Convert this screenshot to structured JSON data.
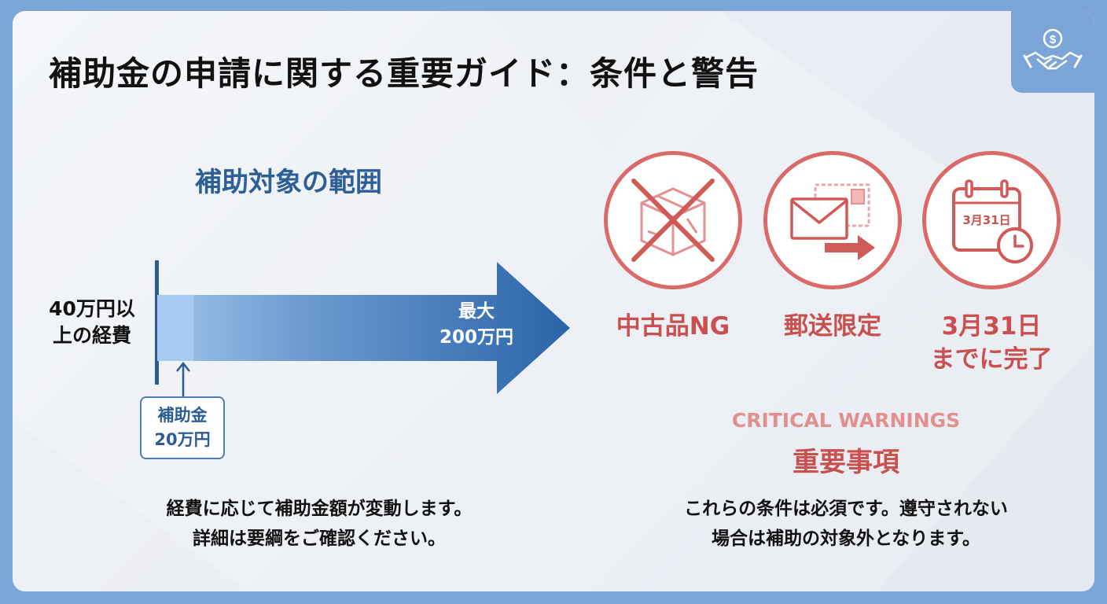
{
  "title": "補助金の申請に関する重要ガイド：条件と警告",
  "badge": {
    "icon": "handshake-coin-icon"
  },
  "scope": {
    "title": "補助対象の範囲",
    "left_label_line1": "40万円以",
    "left_label_line2": "上の経費",
    "max_line1": "最大",
    "max_line2": "200万円",
    "subsidy_line1": "補助金",
    "subsidy_line2": "20万円",
    "note_line1": "経費に応じて補助金額が変動します。",
    "note_line2": "詳細は要綱をご確認ください。"
  },
  "warnings": {
    "items": [
      {
        "icon": "no-used-goods-icon",
        "label": "中古品NG"
      },
      {
        "icon": "mail-only-icon",
        "label": "郵送限定"
      },
      {
        "icon": "calendar-deadline-icon",
        "calendar_text": "3月31日",
        "label_line1": "3月31日",
        "label_line2": "までに完了"
      }
    ],
    "heading_en": "CRITICAL WARNINGS",
    "heading_ja": "重要事項",
    "note_line1": "これらの条件は必須です。遵守されない",
    "note_line2": "場合は補助の対象外となります。"
  },
  "colors": {
    "frame": "#7aa5d6",
    "primary_blue": "#2b5d93",
    "warning_red": "#d96a68",
    "warning_text": "#c9504f"
  }
}
